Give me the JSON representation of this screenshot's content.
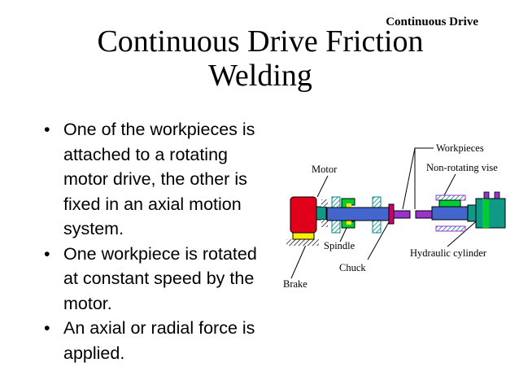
{
  "corner_label": "Continuous Drive",
  "title_line1": "Continuous Drive Friction",
  "title_line2": "Welding",
  "bullets": [
    {
      "lines": [
        "One of the workpieces is",
        "attached  to  a rotating",
        "motor drive, the other is",
        "fixed in an axial motion",
        "system."
      ]
    },
    {
      "lines": [
        "One workpiece is rotated",
        "at constant speed by the",
        "motor."
      ]
    },
    {
      "lines": [
        "An axial or radial force is",
        "applied."
      ]
    }
  ],
  "diagram": {
    "labels": {
      "workpieces": "Workpieces",
      "motor": "Motor",
      "non_rotating_vise": "Non-rotating vise",
      "spindle": "Spindle",
      "hydraulic_cylinder": "Hydraulic cylinder",
      "chuck": "Chuck",
      "brake": "Brake"
    }
  },
  "colors": {
    "motor": "#e0001a",
    "green": "#00cc33",
    "teal": "#119988",
    "spindle": "#4466cc",
    "purple": "#9933cc",
    "hatch": "#008888",
    "yellow": "#ffee00",
    "magenta": "#cc0066"
  },
  "bullet_char": "•"
}
